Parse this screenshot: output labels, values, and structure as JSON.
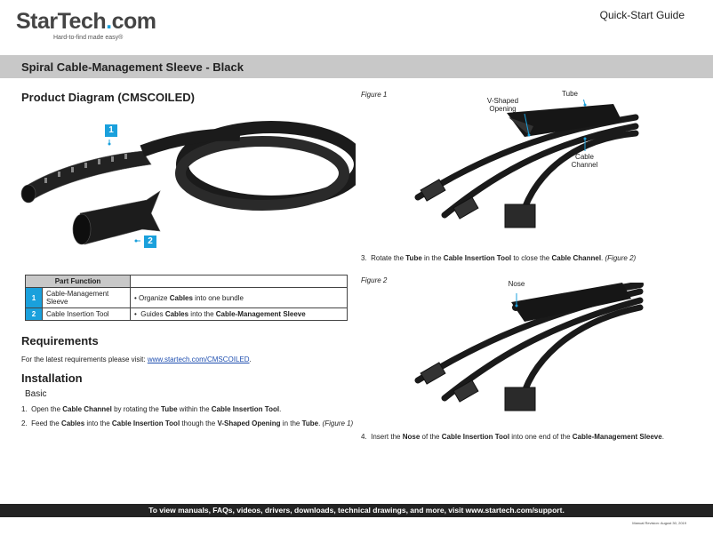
{
  "header": {
    "brand_a": "StarTech",
    "brand_dot": ".",
    "brand_b": "com",
    "tagline": "Hard-to-find made easy®",
    "doc_type": "Quick-Start Guide"
  },
  "title": "Spiral Cable-Management Sleeve - Black",
  "diagram": {
    "heading": "Product Diagram (CMSCOILED)",
    "callouts": [
      "1",
      "2"
    ]
  },
  "part_table": {
    "header": "Part Function",
    "rows": [
      {
        "num": "1",
        "part": "Cable-Management Sleeve",
        "function_pre": "Organize ",
        "function_bold": "Cables",
        "function_post": " into one bundle"
      },
      {
        "num": "2",
        "part": "Cable Insertion Tool",
        "function_pre": "Guides ",
        "function_bold": "Cables",
        "function_mid": " into the ",
        "function_bold2": "Cable-Management Sleeve"
      }
    ]
  },
  "requirements": {
    "heading": "Requirements",
    "text": "For the latest requirements please visit: ",
    "link": "www.startech.com/CMSCOILED",
    "after": "."
  },
  "installation": {
    "heading": "Installation",
    "subheading": "Basic",
    "steps": [
      {
        "num": "1.",
        "t1": "Open the ",
        "b1": "Cable Channel",
        "t2": " by rotating the ",
        "b2": "Tube",
        "t3": " within the ",
        "b3": "Cable Insertion Tool",
        "t4": "."
      },
      {
        "num": "2.",
        "t1": "Feed the ",
        "b1": "Cables",
        "t2": " into the ",
        "b2": "Cable Insertion Tool",
        "t3": " though the ",
        "b3": "V-Shaped Opening",
        "t4": " in the ",
        "b4": "Tube",
        "t5": ". ",
        "fig": "(Figure 1)"
      },
      {
        "num": "3.",
        "t1": "Rotate the ",
        "b1": "Tube",
        "t2": " in the ",
        "b2": "Cable Insertion Tool",
        "t3": " to close the ",
        "b3": "Cable Channel",
        "t4": ". ",
        "fig": "(Figure 2)"
      },
      {
        "num": "4.",
        "t1": "Insert the ",
        "b1": "Nose",
        "t2": " of the ",
        "b2": "Cable Insertion Tool",
        "t3": " into one end of the ",
        "b3": "Cable-Management Sleeve",
        "t4": "."
      }
    ]
  },
  "figure1": {
    "caption": "Figure 1",
    "label_v": "V-Shaped Opening",
    "label_tube": "Tube",
    "label_channel": "Cable Channel"
  },
  "figure2": {
    "caption": "Figure 2",
    "label_nose": "Nose"
  },
  "footer": "To view manuals, FAQs, videos, drivers, downloads, technical drawings, and more, visit www.startech.com/support.",
  "revision": "Manual Revision: August 30, 2019",
  "colors": {
    "accent": "#1aa0dc",
    "title_bar": "#c8c8c8",
    "footer": "#232323"
  }
}
